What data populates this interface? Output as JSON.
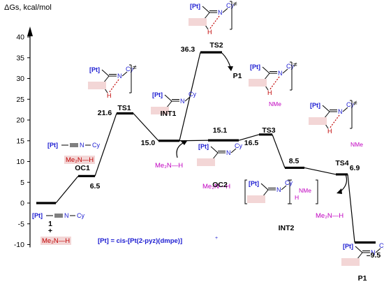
{
  "colors": {
    "pt": "#1a1ad1",
    "n": "#1a1ad1",
    "nme2": "#c00000",
    "magenta": "#c000c0",
    "h": "#c00000",
    "highlight": "#f3d6d6",
    "axis": "#000000",
    "line": "#000000"
  },
  "chart_data": {
    "type": "line",
    "ylabel": "ΔGs, kcal/mol",
    "ylim": [
      -10,
      40
    ],
    "yticks": [
      "-10",
      "-5",
      "0",
      "5",
      "10",
      "15",
      "20",
      "25",
      "30",
      "35",
      "40"
    ],
    "levels": [
      {
        "id": "R",
        "label": "1",
        "value": 0,
        "value_text": ""
      },
      {
        "id": "OC1",
        "label": "OC1",
        "value": 6.5,
        "value_text": "6.5"
      },
      {
        "id": "TS1",
        "label": "TS1",
        "value": 21.6,
        "value_text": "21.6"
      },
      {
        "id": "INT1",
        "label": "INT1",
        "value": 15.0,
        "value_text": "15.0"
      },
      {
        "id": "TS2",
        "label": "TS2",
        "value": 36.3,
        "value_text": "36.3"
      },
      {
        "id": "OC2",
        "label": "OC2",
        "value": 15.1,
        "value_text": "15.1"
      },
      {
        "id": "TS3",
        "label": "TS3",
        "value": 16.5,
        "value_text": "16.5"
      },
      {
        "id": "INT2",
        "label": "INT2",
        "value": 8.5,
        "value_text": "8.5"
      },
      {
        "id": "TS4",
        "label": "TS4",
        "value": 6.9,
        "value_text": "6.9"
      },
      {
        "id": "P1",
        "label": "P1",
        "value": -9.5,
        "value_text": "–9.5"
      }
    ],
    "product_branch_label": "P1",
    "reactant_plus": "+",
    "legend_pt": "[Pt] = cis-[Pt(2-pyz)(dmpe)]",
    "legend_pt_sup": "+",
    "glyphs": {
      "pt": "[Pt]",
      "n": "N",
      "cy": "Cy",
      "me2n": "Me",
      "me2n_sub": "2",
      "nme2": "NMe",
      "h": "H",
      "ddagger": "≠",
      "me2nh": "Me₂N—H"
    }
  }
}
